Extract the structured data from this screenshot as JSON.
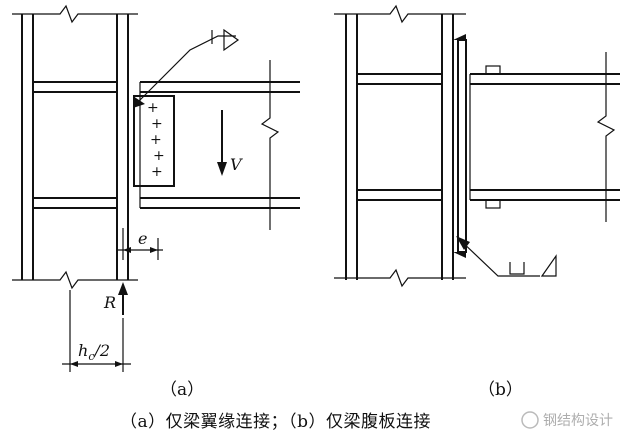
{
  "diagram": {
    "left": {
      "subcaption": "（a）",
      "labels": {
        "shear": "V",
        "reaction": "R",
        "eccentricity": "e",
        "half_depth_main": "h",
        "half_depth_sub": "c",
        "half_depth_rest": "/2"
      }
    },
    "right": {
      "subcaption": "（b）"
    },
    "caption": "（a）仅梁翼缘连接；（b）仅梁腹板连接",
    "watermark": "钢结构设计"
  }
}
